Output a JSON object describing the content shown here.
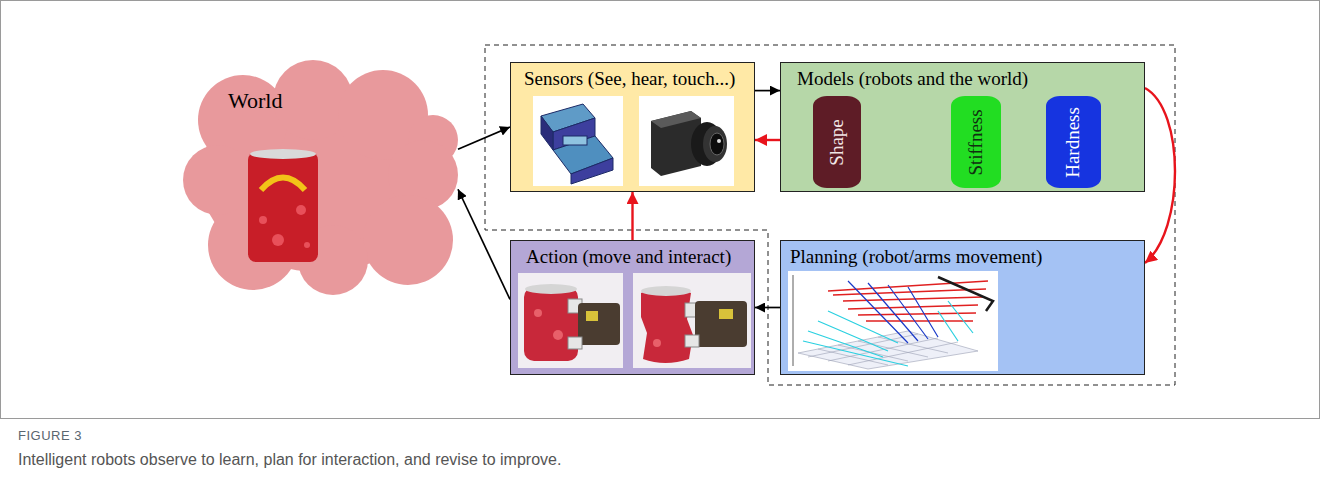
{
  "diagram": {
    "caption": "Intelligent robots observe to learn, plan for interaction, and revise to improve.",
    "nodes": [
      {
        "text": [
          "World"
        ]
      },
      {
        "text": [
          "Sensors (See, hear, touch...)"
        ]
      },
      {
        "text": [
          "Models (robots and the world)"
        ]
      },
      {
        "text": [
          "Shape"
        ],
        "in": 2
      },
      {
        "text": [
          "Stiffness"
        ],
        "in": 2
      },
      {
        "text": [
          "Hardness"
        ],
        "in": 2
      },
      {
        "text": [
          "Action (move and interact)"
        ]
      },
      {
        "text": [
          "Planning (robot/arms movement)"
        ]
      }
    ],
    "edges": [
      {
        "from": 0,
        "to": 1,
        "arrow": "to"
      },
      {
        "from": 1,
        "to": 2,
        "arrow": "to"
      },
      {
        "from": 2,
        "to": 1,
        "arrow": "to"
      },
      {
        "from": 2,
        "to": 7,
        "arrow": "to"
      },
      {
        "from": 7,
        "to": 6,
        "arrow": "to"
      },
      {
        "from": 6,
        "to": 1,
        "arrow": "to"
      },
      {
        "from": 6,
        "to": 0,
        "arrow": "to"
      }
    ],
    "labels": [
      "FIGURE 3"
    ]
  }
}
